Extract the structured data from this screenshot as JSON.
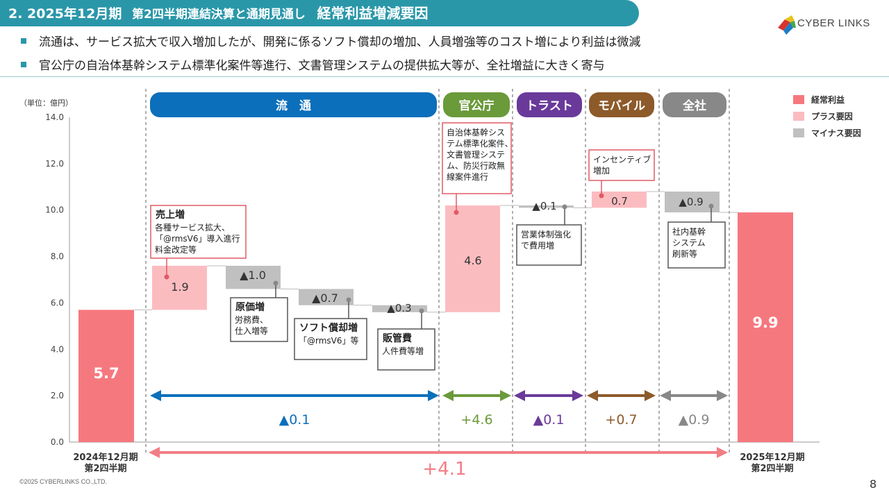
{
  "header": {
    "title_num": "2. 2025年12月期",
    "title_sub": "第2四半期連結決算と通期見通し",
    "title_main": "経常利益増減要因",
    "logo_text": "CYBER LINKS"
  },
  "bullets": [
    "流通は、サービス拡大で収入増加したが、開発に係るソフト償却の増加、人員増強等のコスト増により利益は微減",
    "官公庁の自治体基幹システム標準化案件等進行、文書管理システムの提供拡大等が、全社増益に大きく寄与"
  ],
  "chart_data": {
    "type": "bar",
    "subtype": "waterfall",
    "unit_label": "（単位：億円）",
    "ylim": [
      0,
      14
    ],
    "yticks": [
      "0.0",
      "2.0",
      "4.0",
      "6.0",
      "8.0",
      "10.0",
      "12.0",
      "14.0"
    ],
    "colors": {
      "base": "#f6787f",
      "plus": "#fbbcc0",
      "minus": "#c0c0c0"
    },
    "legend": [
      {
        "name": "経常利益",
        "color": "#f6787f"
      },
      {
        "name": "プラス要因",
        "color": "#fbbcc0"
      },
      {
        "name": "マイナス要因",
        "color": "#c0c0c0"
      }
    ],
    "legend_position": "top-right",
    "segments": [
      {
        "name": "流　通",
        "color": "#0b6fbb",
        "total": "▲0.1"
      },
      {
        "name": "官公庁",
        "color": "#6a9a3a",
        "total": "+4.6"
      },
      {
        "name": "トラスト",
        "color": "#6a3a9a",
        "total": "▲0.1"
      },
      {
        "name": "モバイル",
        "color": "#8d5a2a",
        "total": "+0.7"
      },
      {
        "name": "全社",
        "color": "#888888",
        "total": "▲0.9"
      }
    ],
    "bars": [
      {
        "kind": "base",
        "start": 0,
        "end": 5.7,
        "label": "5.7"
      },
      {
        "kind": "plus",
        "start": 5.7,
        "end": 7.6,
        "label": "1.9",
        "callout_title": "売上増",
        "callout_body": [
          "各種サービス拡大、",
          "「@rmsV6」導入進行",
          "料金改定等"
        ]
      },
      {
        "kind": "minus",
        "start": 7.6,
        "end": 6.6,
        "label": "▲1.0",
        "callout_title": "原価増",
        "callout_body": [
          "労務費、",
          "仕入増等"
        ]
      },
      {
        "kind": "minus",
        "start": 6.6,
        "end": 5.9,
        "label": "▲0.7",
        "callout_title": "ソフト償却増",
        "callout_body": [
          "「@rmsV6」等"
        ]
      },
      {
        "kind": "minus",
        "start": 5.9,
        "end": 5.6,
        "label": "▲0.3",
        "callout_title": "販管費",
        "callout_body": [
          "人件費等増"
        ]
      },
      {
        "kind": "plus",
        "start": 5.6,
        "end": 10.2,
        "label": "4.6",
        "callout_title": "",
        "callout_body": [
          "自治体基幹シス",
          "テム標準化案件、",
          "文書管理システ",
          "ム、防災行政無",
          "線案件進行"
        ]
      },
      {
        "kind": "minus",
        "start": 10.2,
        "end": 10.1,
        "label": "▲0.1",
        "callout_title": "",
        "callout_body": [
          "営業体制強化",
          "で費用増"
        ]
      },
      {
        "kind": "plus",
        "start": 10.1,
        "end": 10.8,
        "label": "0.7",
        "callout_title": "",
        "callout_body": [
          "インセンティブ",
          "増加"
        ]
      },
      {
        "kind": "minus",
        "start": 10.8,
        "end": 9.9,
        "label": "▲0.9",
        "callout_title": "",
        "callout_body": [
          "社内基幹",
          "システム",
          "刷新等"
        ]
      },
      {
        "kind": "base",
        "start": 0,
        "end": 9.9,
        "label": "9.9"
      }
    ],
    "x_label_left": [
      "2024年12月期",
      "第2四半期"
    ],
    "x_label_right": [
      "2025年12月期",
      "第2四半期"
    ],
    "overall_change": "+4.1"
  },
  "footer": {
    "copyright": "©2025 CYBERLINKS CO.,LTD.",
    "page": "8"
  }
}
